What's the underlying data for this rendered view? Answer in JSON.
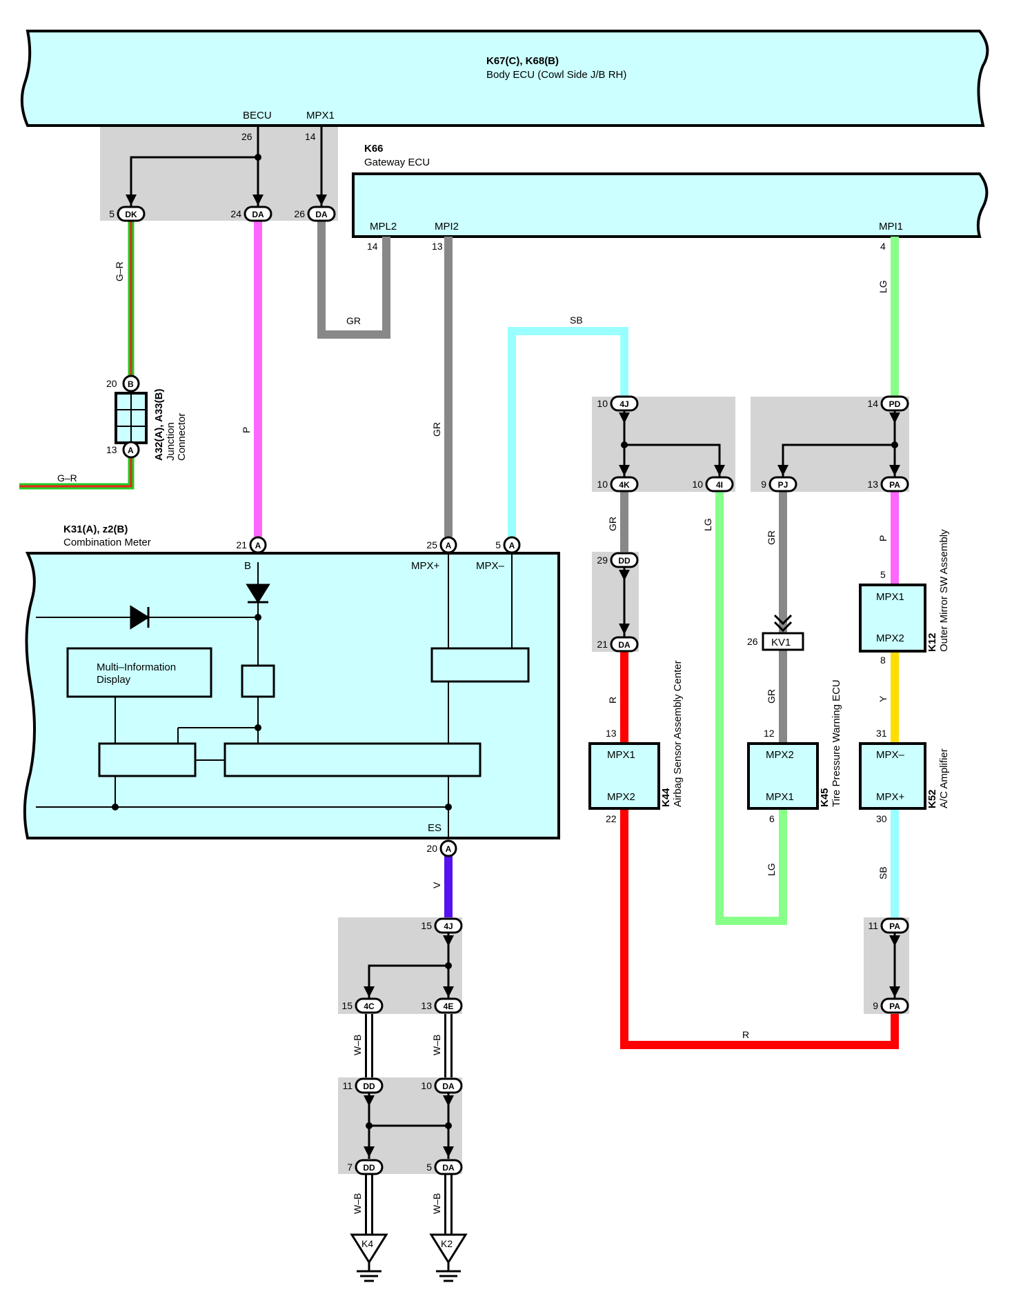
{
  "components": {
    "body_ecu": {
      "code": "K67(C), K68(B)",
      "name": "Body ECU (Cowl Side J/B RH)",
      "pins": {
        "becu": "BECU",
        "mpx1": "MPX1",
        "becu_no": "26",
        "mpx1_no": "14"
      }
    },
    "gateway_ecu": {
      "code": "K66",
      "name": "Gateway ECU",
      "pins": {
        "mpl2": "MPL2",
        "mpi2": "MPI2",
        "mpi1": "MPI1",
        "mpl2_no": "14",
        "mpi2_no": "13",
        "mpi1_no": "4"
      }
    },
    "junction": {
      "code": "A32(A), A33(B)",
      "name_1": "Junction",
      "name_2": "Connector",
      "pin_b": "20",
      "pin_a": "13",
      "conn_b": "B",
      "conn_a": "A"
    },
    "combination_meter": {
      "code": "K31(A), z2(B)",
      "name": "Combination Meter",
      "mid_1": "Multi–Information",
      "mid_2": "Display",
      "pin_b": "B",
      "pin_mpxp": "MPX+",
      "pin_mpxm": "MPX–",
      "pin_es": "ES"
    },
    "k44": {
      "code": "K44",
      "name": "Airbag Sensor Assembly Center",
      "p1": "MPX1",
      "p2": "MPX2",
      "p1_no": "13",
      "p2_no": "22"
    },
    "k45": {
      "code": "K45",
      "name": "Tire Pressure Warning ECU",
      "p1": "MPX2",
      "p2": "MPX1",
      "p1_no": "12",
      "p2_no": "6"
    },
    "k12": {
      "code": "K12",
      "name": "Outer Mirror SW Assembly",
      "p1": "MPX1",
      "p2": "MPX2",
      "p1_no": "5",
      "p2_no": "8"
    },
    "k52": {
      "code": "K52",
      "name": "A/C Amplifier",
      "p1": "MPX–",
      "p2": "MPX+",
      "p1_no": "31",
      "p2_no": "30"
    },
    "kv1": {
      "code": "KV1",
      "pin": "26"
    },
    "grounds": {
      "k4": "K4",
      "k2": "K2"
    }
  },
  "connectors": [
    {
      "code": "DK",
      "pin": "5"
    },
    {
      "code": "DA",
      "pin": "24"
    },
    {
      "code": "DA",
      "pin": "26"
    },
    {
      "code": "A",
      "pin": "21"
    },
    {
      "code": "A",
      "pin": "25"
    },
    {
      "code": "A",
      "pin": "5"
    },
    {
      "code": "A",
      "pin": "20"
    },
    {
      "code": "4J",
      "pin": "10"
    },
    {
      "code": "4K",
      "pin": "10"
    },
    {
      "code": "4I",
      "pin": "10"
    },
    {
      "code": "PD",
      "pin": "14"
    },
    {
      "code": "PJ",
      "pin": "9"
    },
    {
      "code": "PA",
      "pin": "13"
    },
    {
      "code": "DD",
      "pin": "29"
    },
    {
      "code": "DA",
      "pin": "21"
    },
    {
      "code": "PA",
      "pin": "11"
    },
    {
      "code": "PA",
      "pin": "9"
    },
    {
      "code": "4J",
      "pin": "15"
    },
    {
      "code": "4C",
      "pin": "15"
    },
    {
      "code": "4E",
      "pin": "13"
    },
    {
      "code": "DD",
      "pin": "11"
    },
    {
      "code": "DA",
      "pin": "10"
    },
    {
      "code": "DD",
      "pin": "7"
    },
    {
      "code": "DA",
      "pin": "5"
    }
  ],
  "wire_labels": {
    "gr_dk": "G–R",
    "gr_left": "G–R",
    "p_meter": "P",
    "gr_mpl2": "GR",
    "gr_mpi2": "GR",
    "sb_top": "SB",
    "lg_mpi1": "LG",
    "gr_4k": "GR",
    "lg_4i": "LG",
    "gr_pj": "GR",
    "p_pa": "P",
    "r_da": "R",
    "gr_kv1": "GR",
    "y_k12": "Y",
    "lg_k45": "LG",
    "sb_k52": "SB",
    "r_bottom": "R",
    "v_es": "V",
    "wb_1": "W–B",
    "wb_2": "W–B",
    "wb_3": "W–B",
    "wb_4": "W–B"
  },
  "colors": {
    "component_fill": "#ccffff",
    "splice_gray": "#d4d4d4",
    "wire_pink": "#ff66ff",
    "wire_gray": "#888888",
    "wire_lightblue": "#99ffff",
    "wire_green": "#88ff88",
    "wire_red": "#ff0000",
    "wire_yellow": "#ffdd00",
    "wire_violet": "#5511ee",
    "wire_gr_green": "#22cc22"
  }
}
